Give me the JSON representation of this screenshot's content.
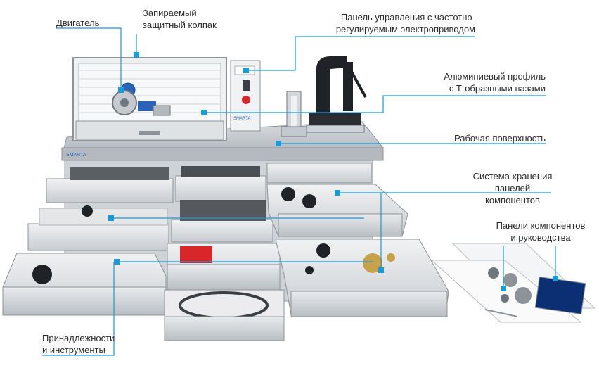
{
  "labels": {
    "motor": "Двигатель",
    "cover": "Запираемый\nзащитный колпак",
    "control_panel": "Панель управления с частотно-\nрегулируемым электроприводом",
    "profile": "Алюминиевый профиль\nс Т-образными пазами",
    "work_surface": "Рабочая поверхность",
    "storage": "Система хранения\nпанелей компонентов",
    "panels": "Панели компонентов\nи руководства",
    "accessories": "Принадлежности\nи инструменты"
  },
  "brand_marks": [
    "SMARTA",
    "SMARTA"
  ],
  "colors": {
    "leader": "#1a9ad6",
    "text": "#2d2d2d",
    "metal": "#c9cdd1",
    "drawer": "#e6e8ea",
    "motor_blue": "#2b63b8",
    "estop_red": "#d8262a"
  }
}
